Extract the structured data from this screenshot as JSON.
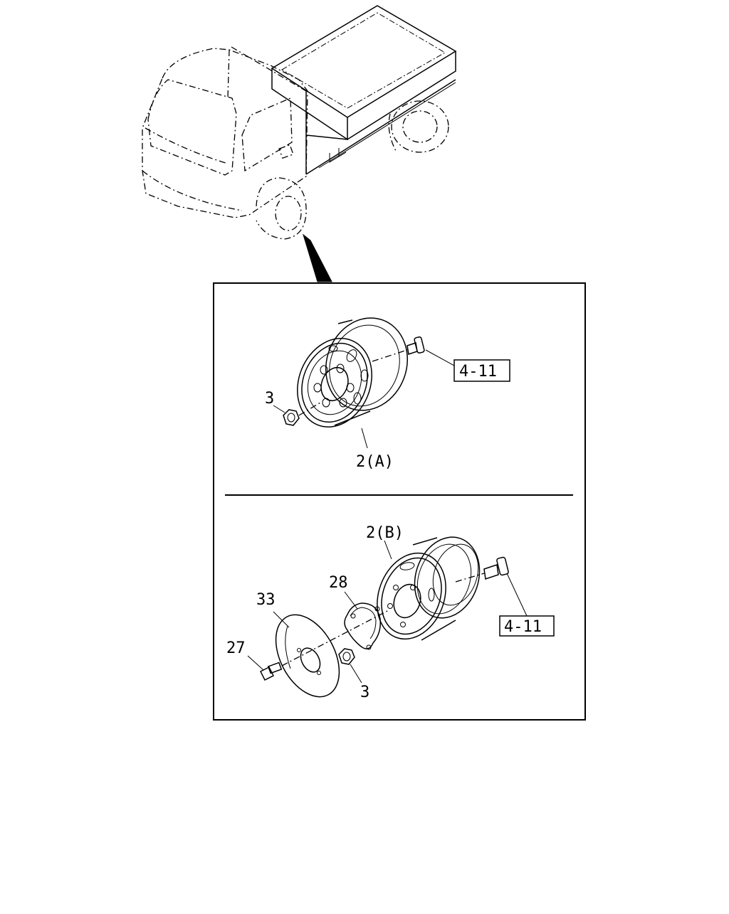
{
  "callouts": {
    "upper_nut": "3",
    "upper_wheel": "2(A)",
    "upper_ref": "4-11",
    "lower_wheel": "2(B)",
    "lower_ref": "4-11",
    "hub_cover": "28",
    "disc": "33",
    "bolt": "27",
    "lower_nut": "3"
  }
}
